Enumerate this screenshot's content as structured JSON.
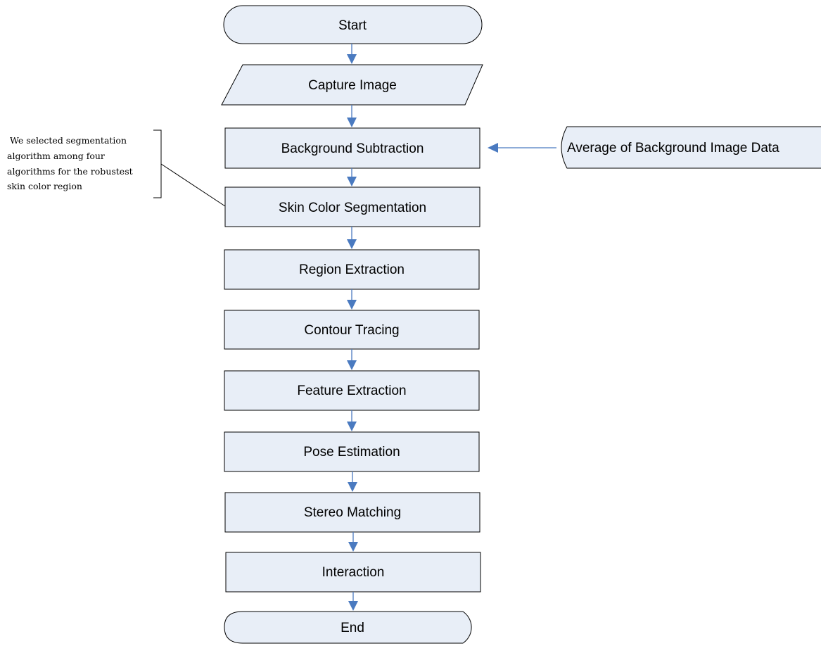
{
  "diagram": {
    "nodes": {
      "start": "Start",
      "capture_image": "Capture Image",
      "background_subtraction": "Background Subtraction",
      "skin_color_segmentation": "Skin Color Segmentation",
      "region_extraction": "Region Extraction",
      "contour_tracing": "Contour Tracing",
      "feature_extraction": "Feature Extraction",
      "pose_estimation": "Pose Estimation",
      "stereo_matching": "Stereo Matching",
      "interaction": "Interaction",
      "end": "End",
      "average_background": "Average of Background Image Data"
    },
    "annotation": {
      "lines": [
        "We selected segmentation",
        "algorithm among four",
        "algorithms for the robustest",
        "skin color region"
      ]
    },
    "colors": {
      "node_fill": "#e8eef7",
      "arrow": "#4a7ac0"
    }
  }
}
